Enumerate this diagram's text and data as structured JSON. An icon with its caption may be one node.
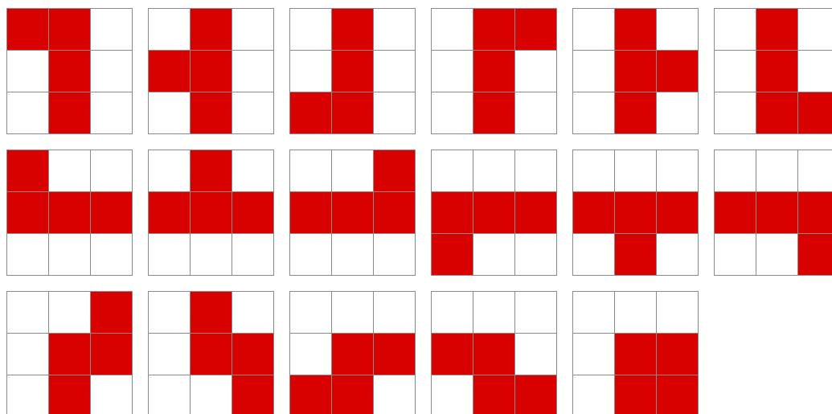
{
  "diagram": {
    "nodes": [
      {
        "text": [],
        "shape": "grid"
      },
      {
        "text": [],
        "shape": "grid"
      },
      {
        "text": [],
        "shape": "grid"
      },
      {
        "text": [],
        "shape": "grid"
      },
      {
        "text": [],
        "shape": "grid"
      },
      {
        "text": [],
        "shape": "grid"
      },
      {
        "text": [],
        "shape": "grid"
      },
      {
        "text": [],
        "shape": "grid"
      },
      {
        "text": [],
        "shape": "grid"
      },
      {
        "text": [],
        "shape": "grid"
      },
      {
        "text": [],
        "shape": "grid"
      },
      {
        "text": [],
        "shape": "grid"
      },
      {
        "text": [],
        "shape": "grid"
      },
      {
        "text": [],
        "shape": "grid"
      },
      {
        "text": [],
        "shape": "grid"
      },
      {
        "text": [],
        "shape": "grid"
      },
      {
        "text": [],
        "shape": "grid"
      }
    ]
  }
}
